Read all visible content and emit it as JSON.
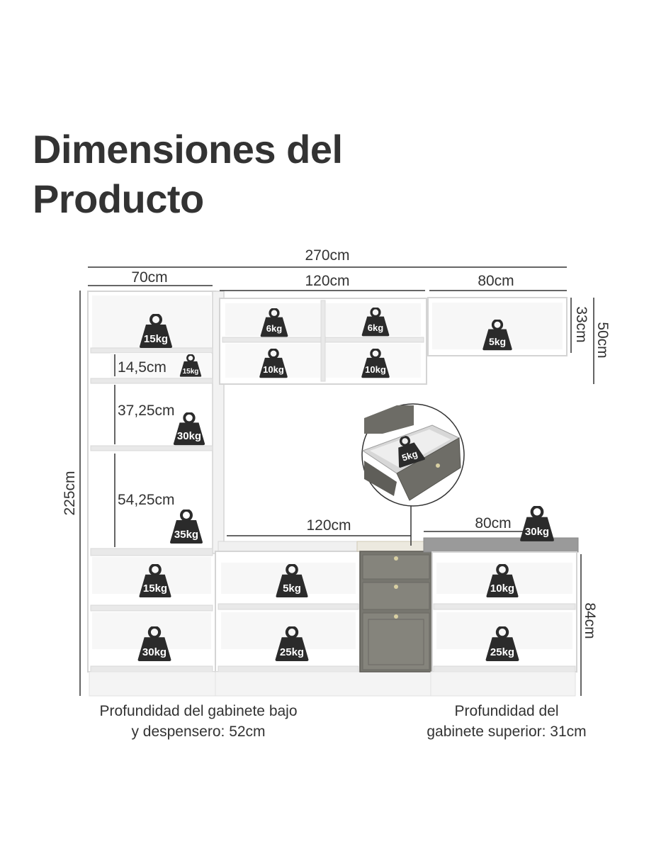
{
  "title": {
    "line1": "Dimensiones del",
    "line2": "Producto"
  },
  "dimensions": {
    "total_width": "270cm",
    "left_tower_width": "70cm",
    "upper_middle_width": "120cm",
    "upper_right_width": "80cm",
    "upper_right_inner_height": "33cm",
    "upper_height": "50cm",
    "total_height": "225cm",
    "shelf_gap_1": "14,5cm",
    "shelf_gap_2": "37,25cm",
    "shelf_gap_3": "54,25cm",
    "counter_middle_width": "120cm",
    "counter_right_width": "80cm",
    "base_height": "84cm"
  },
  "weights": {
    "tower_top": "15kg",
    "tower_small": "15kg",
    "tower_mid": "30kg",
    "tower_low": "35kg",
    "upper_mid_tl": "6kg",
    "upper_mid_tr": "6kg",
    "upper_mid_bl": "10kg",
    "upper_mid_br": "10kg",
    "upper_right": "5kg",
    "drawer": "5kg",
    "countertop": "30kg",
    "base_left_top": "15kg",
    "base_left_bottom": "30kg",
    "base_mid_top": "5kg",
    "base_mid_bottom": "25kg",
    "base_right_top": "10kg",
    "base_right_bottom": "25kg"
  },
  "notes": {
    "base_depth_line1": "Profundidad del gabinete bajo",
    "base_depth_line2": "y despensero: 52cm",
    "upper_depth_line1": "Profundidad del",
    "upper_depth_line2": "gabinete superior: 31cm"
  },
  "colors": {
    "text": "#333333",
    "cabinet_edge": "#d4d4d4",
    "cabinet_face": "#f7f7f7",
    "weight_icon": "#2b2b2b",
    "drawer_gray": "#77766f",
    "countertop": "#9a9a9a"
  }
}
